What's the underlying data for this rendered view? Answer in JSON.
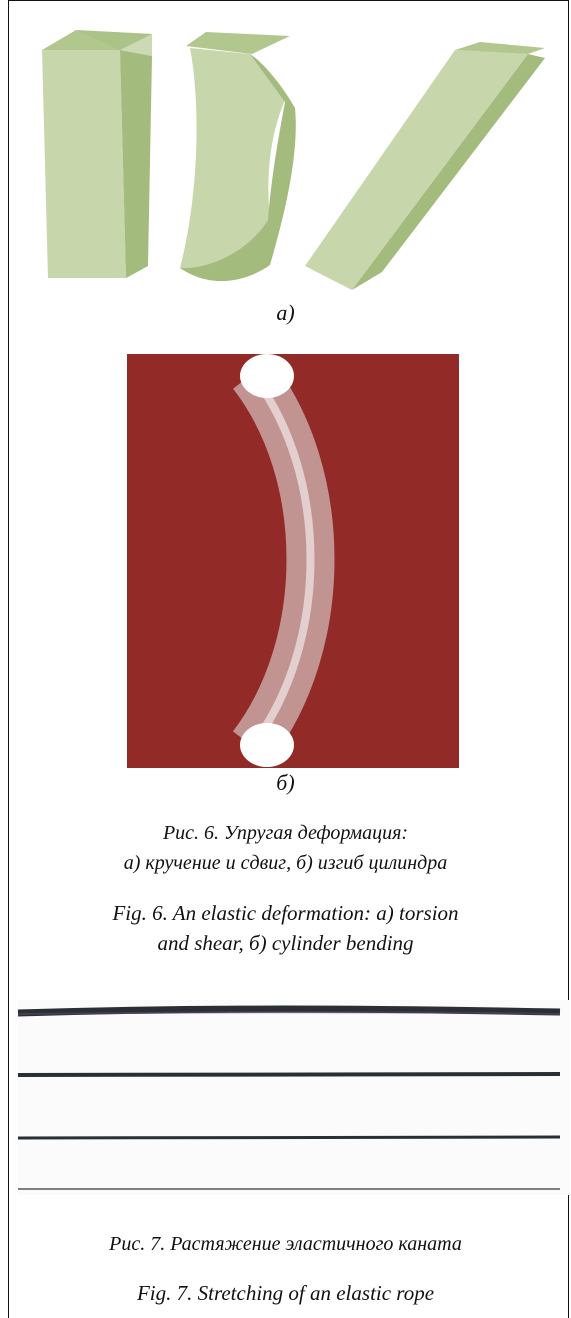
{
  "figure6": {
    "sub_a": "а)",
    "sub_b": "б)",
    "caption_ru_line1": "Рис. 6. Упругая деформация:",
    "caption_ru_line2": "а) кручение и сдвиг, б) изгиб цилиндра",
    "caption_en_line1": "Fig. 6. An elastic deformation: a) torsion",
    "caption_en_line2": "and shear, б) cylinder bending",
    "colors": {
      "block_front": "#c7d6ab",
      "block_side": "#a3bb7c",
      "block_top": "#b2c78e",
      "panel_bg": "#922a27",
      "cylinder": "#f2e6e6"
    }
  },
  "figure7": {
    "caption_ru": "Рис. 7. Растяжение эластичного каната",
    "caption_en": "Fig. 7. Stretching of an elastic rope",
    "colors": {
      "rope": "#2a2f33",
      "background": "#fbfbfb"
    }
  }
}
